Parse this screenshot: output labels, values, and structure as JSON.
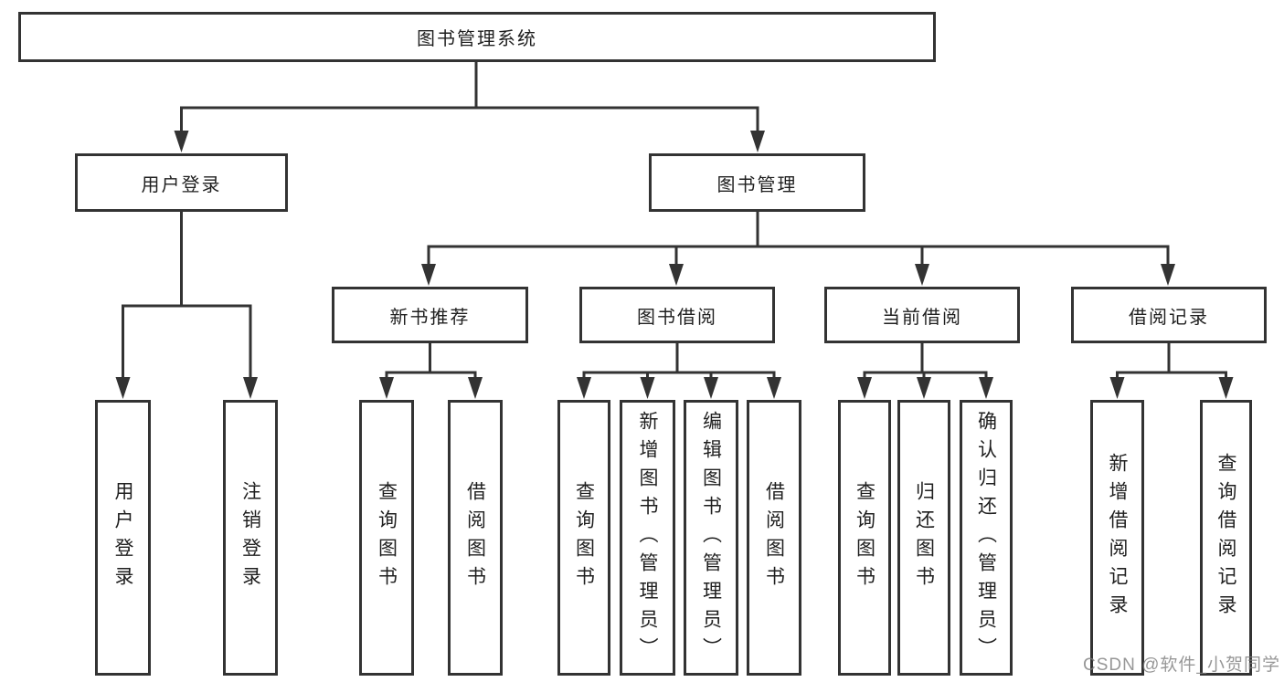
{
  "diagram": {
    "root": {
      "label": "图书管理系统"
    },
    "level2": [
      {
        "label": "用户登录"
      },
      {
        "label": "图书管理"
      }
    ],
    "level3": [
      {
        "label": "新书推荐"
      },
      {
        "label": "图书借阅"
      },
      {
        "label": "当前借阅"
      },
      {
        "label": "借阅记录"
      }
    ],
    "leaves": {
      "user_login": [
        "用户登录",
        "注销登录"
      ],
      "new_book_rec": [
        "查询图书",
        "借阅图书"
      ],
      "book_borrow": [
        "查询图书",
        "新增图书（管理员）",
        "编辑图书（管理员）",
        "借阅图书"
      ],
      "current_borrow": [
        "查询图书",
        "归还图书",
        "确认归还（管理员）"
      ],
      "borrow_records": [
        "新增借阅记录",
        "查询借阅记录"
      ]
    },
    "colors": {
      "line": "#333333",
      "text": "#1f1f1f",
      "background": "#ffffff",
      "watermark": "#7d7d7d"
    }
  },
  "watermark": {
    "text": "CSDN @软件_小贺同学"
  }
}
